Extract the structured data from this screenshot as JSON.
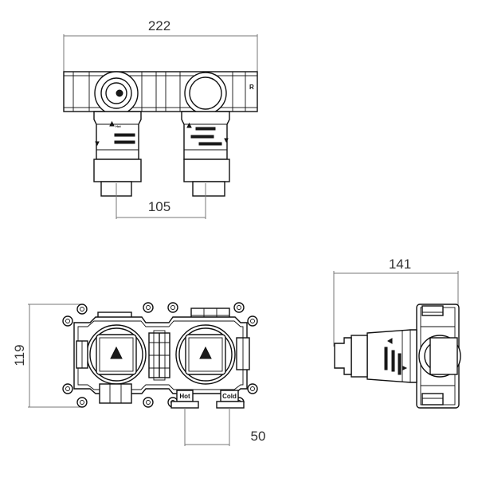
{
  "dimensions": {
    "top_width": "222",
    "top_center_spacing": "105",
    "front_height": "119",
    "front_outlet_spacing": "50",
    "side_depth": "141"
  },
  "labels": {
    "hot": "Hot",
    "cold": "Cold"
  },
  "colors": {
    "line": "#111111",
    "dimension": "#777777",
    "text": "#333333"
  }
}
